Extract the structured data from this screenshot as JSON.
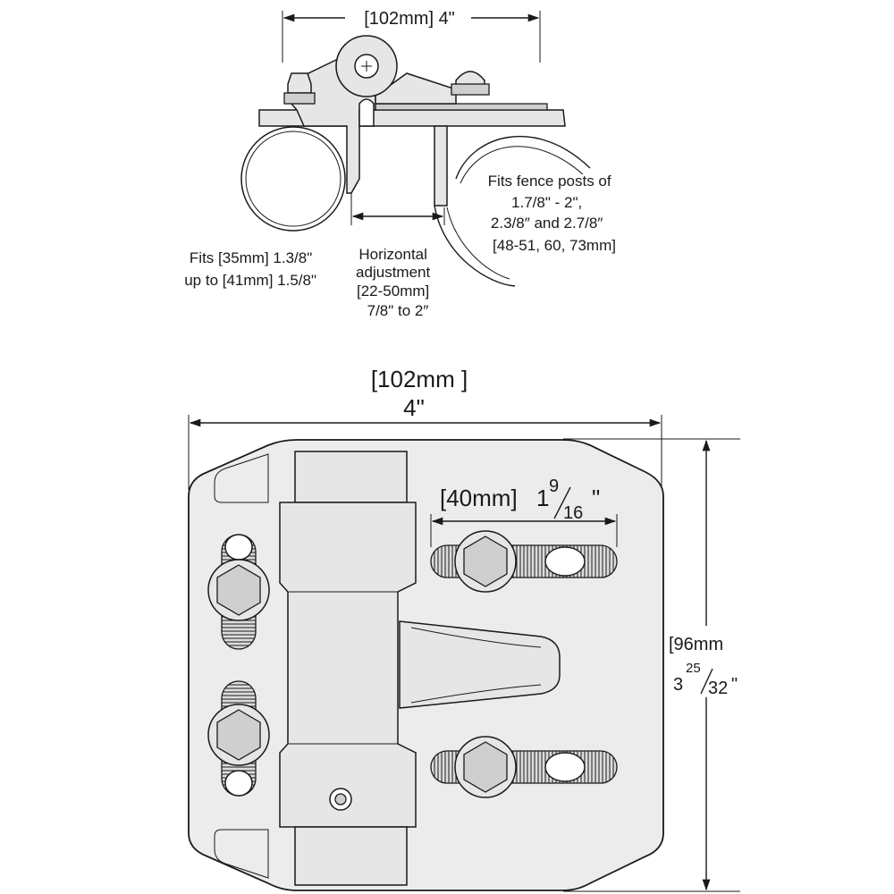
{
  "top_view": {
    "width_label": "[102mm] 4\"",
    "left_fit": [
      "Fits [35mm] 1.3/8\"",
      "up to [41mm] 1.5/8\""
    ],
    "adjustment": [
      "Horizontal",
      "adjustment",
      "[22-50mm]",
      "7/8\" to 2″"
    ],
    "right_fit": [
      "Fits fence posts of",
      "1.7/8\" - 2\",",
      "2.3/8″ and 2.7/8″",
      "[48-51, 60, 73mm]"
    ]
  },
  "front_view": {
    "width_mm": "[102mm ]",
    "width_in": "4\"",
    "slot_mm": "[40mm]",
    "slot_whole": "1",
    "slot_num": "9",
    "slot_den": "16",
    "slot_unit": "\"",
    "height_mm": "[96mm",
    "height_whole": "3",
    "height_num": "25",
    "height_den": "32",
    "height_unit": "\""
  }
}
